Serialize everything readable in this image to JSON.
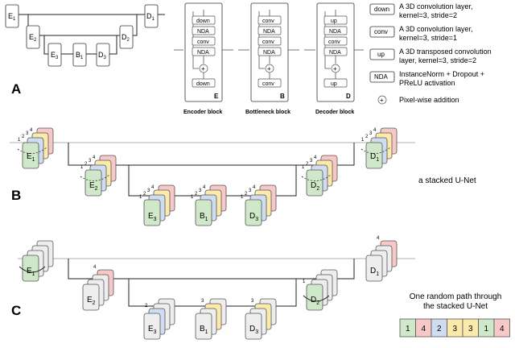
{
  "panels": {
    "a": "A",
    "b": "B",
    "c": "C"
  },
  "colors": {
    "green": "#cfe8c9",
    "blue": "#cfdcf2",
    "yellow": "#fbeaaa",
    "red": "#f6c8c8",
    "gray": "#eeeeee"
  },
  "unet_a": {
    "nodes": [
      {
        "id": "E1",
        "base": "E",
        "sub": "1"
      },
      {
        "id": "E2",
        "base": "E",
        "sub": "2"
      },
      {
        "id": "E3",
        "base": "E",
        "sub": "3"
      },
      {
        "id": "B1",
        "base": "B",
        "sub": "1"
      },
      {
        "id": "D3",
        "base": "D",
        "sub": "3"
      },
      {
        "id": "D2",
        "base": "D",
        "sub": "2"
      },
      {
        "id": "D1",
        "base": "D",
        "sub": "1"
      }
    ]
  },
  "blocks": [
    {
      "id": "encoder",
      "title": "Encoder block",
      "corner": "E",
      "layers": [
        "down",
        "NDA",
        "conv",
        "NDA",
        "down"
      ]
    },
    {
      "id": "bottleneck",
      "title": "Bottleneck block",
      "corner": "B",
      "layers": [
        "conv",
        "NDA",
        "conv",
        "NDA",
        "conv"
      ]
    },
    {
      "id": "decoder",
      "title": "Decoder block",
      "corner": "D",
      "layers": [
        "up",
        "NDA",
        "conv",
        "NDA",
        "up"
      ]
    }
  ],
  "legend": [
    {
      "key": "down",
      "lines": [
        "A 3D convolution layer,",
        "kernel=3, stride=2"
      ]
    },
    {
      "key": "conv",
      "lines": [
        "A 3D convolution layer,",
        "kernel=3, stride=1"
      ]
    },
    {
      "key": "up",
      "lines": [
        "A 3D transposed convolution",
        "layer, kernel=3, stride=2"
      ]
    },
    {
      "key": "NDA",
      "lines": [
        "InstanceNorm + Dropout +",
        "PReLU activation"
      ]
    },
    {
      "key": "+",
      "lines": [
        "Pixel-wise addition"
      ]
    }
  ],
  "stack_numbers": [
    "1",
    "2",
    "3",
    "4"
  ],
  "labels": {
    "stacked": "a stacked U-Net",
    "random_path": [
      "One random path through",
      "the stacked U-Net"
    ]
  },
  "path_c": {
    "sequence": [
      {
        "value": "1",
        "color": "green"
      },
      {
        "value": "4",
        "color": "red"
      },
      {
        "value": "2",
        "color": "blue"
      },
      {
        "value": "3",
        "color": "yellow"
      },
      {
        "value": "3",
        "color": "yellow"
      },
      {
        "value": "1",
        "color": "green"
      },
      {
        "value": "4",
        "color": "red"
      }
    ],
    "node_numbers": {
      "E2": "4",
      "E3": "2",
      "B1": "3",
      "D3": "3",
      "D2": "1",
      "D1": "4"
    }
  }
}
